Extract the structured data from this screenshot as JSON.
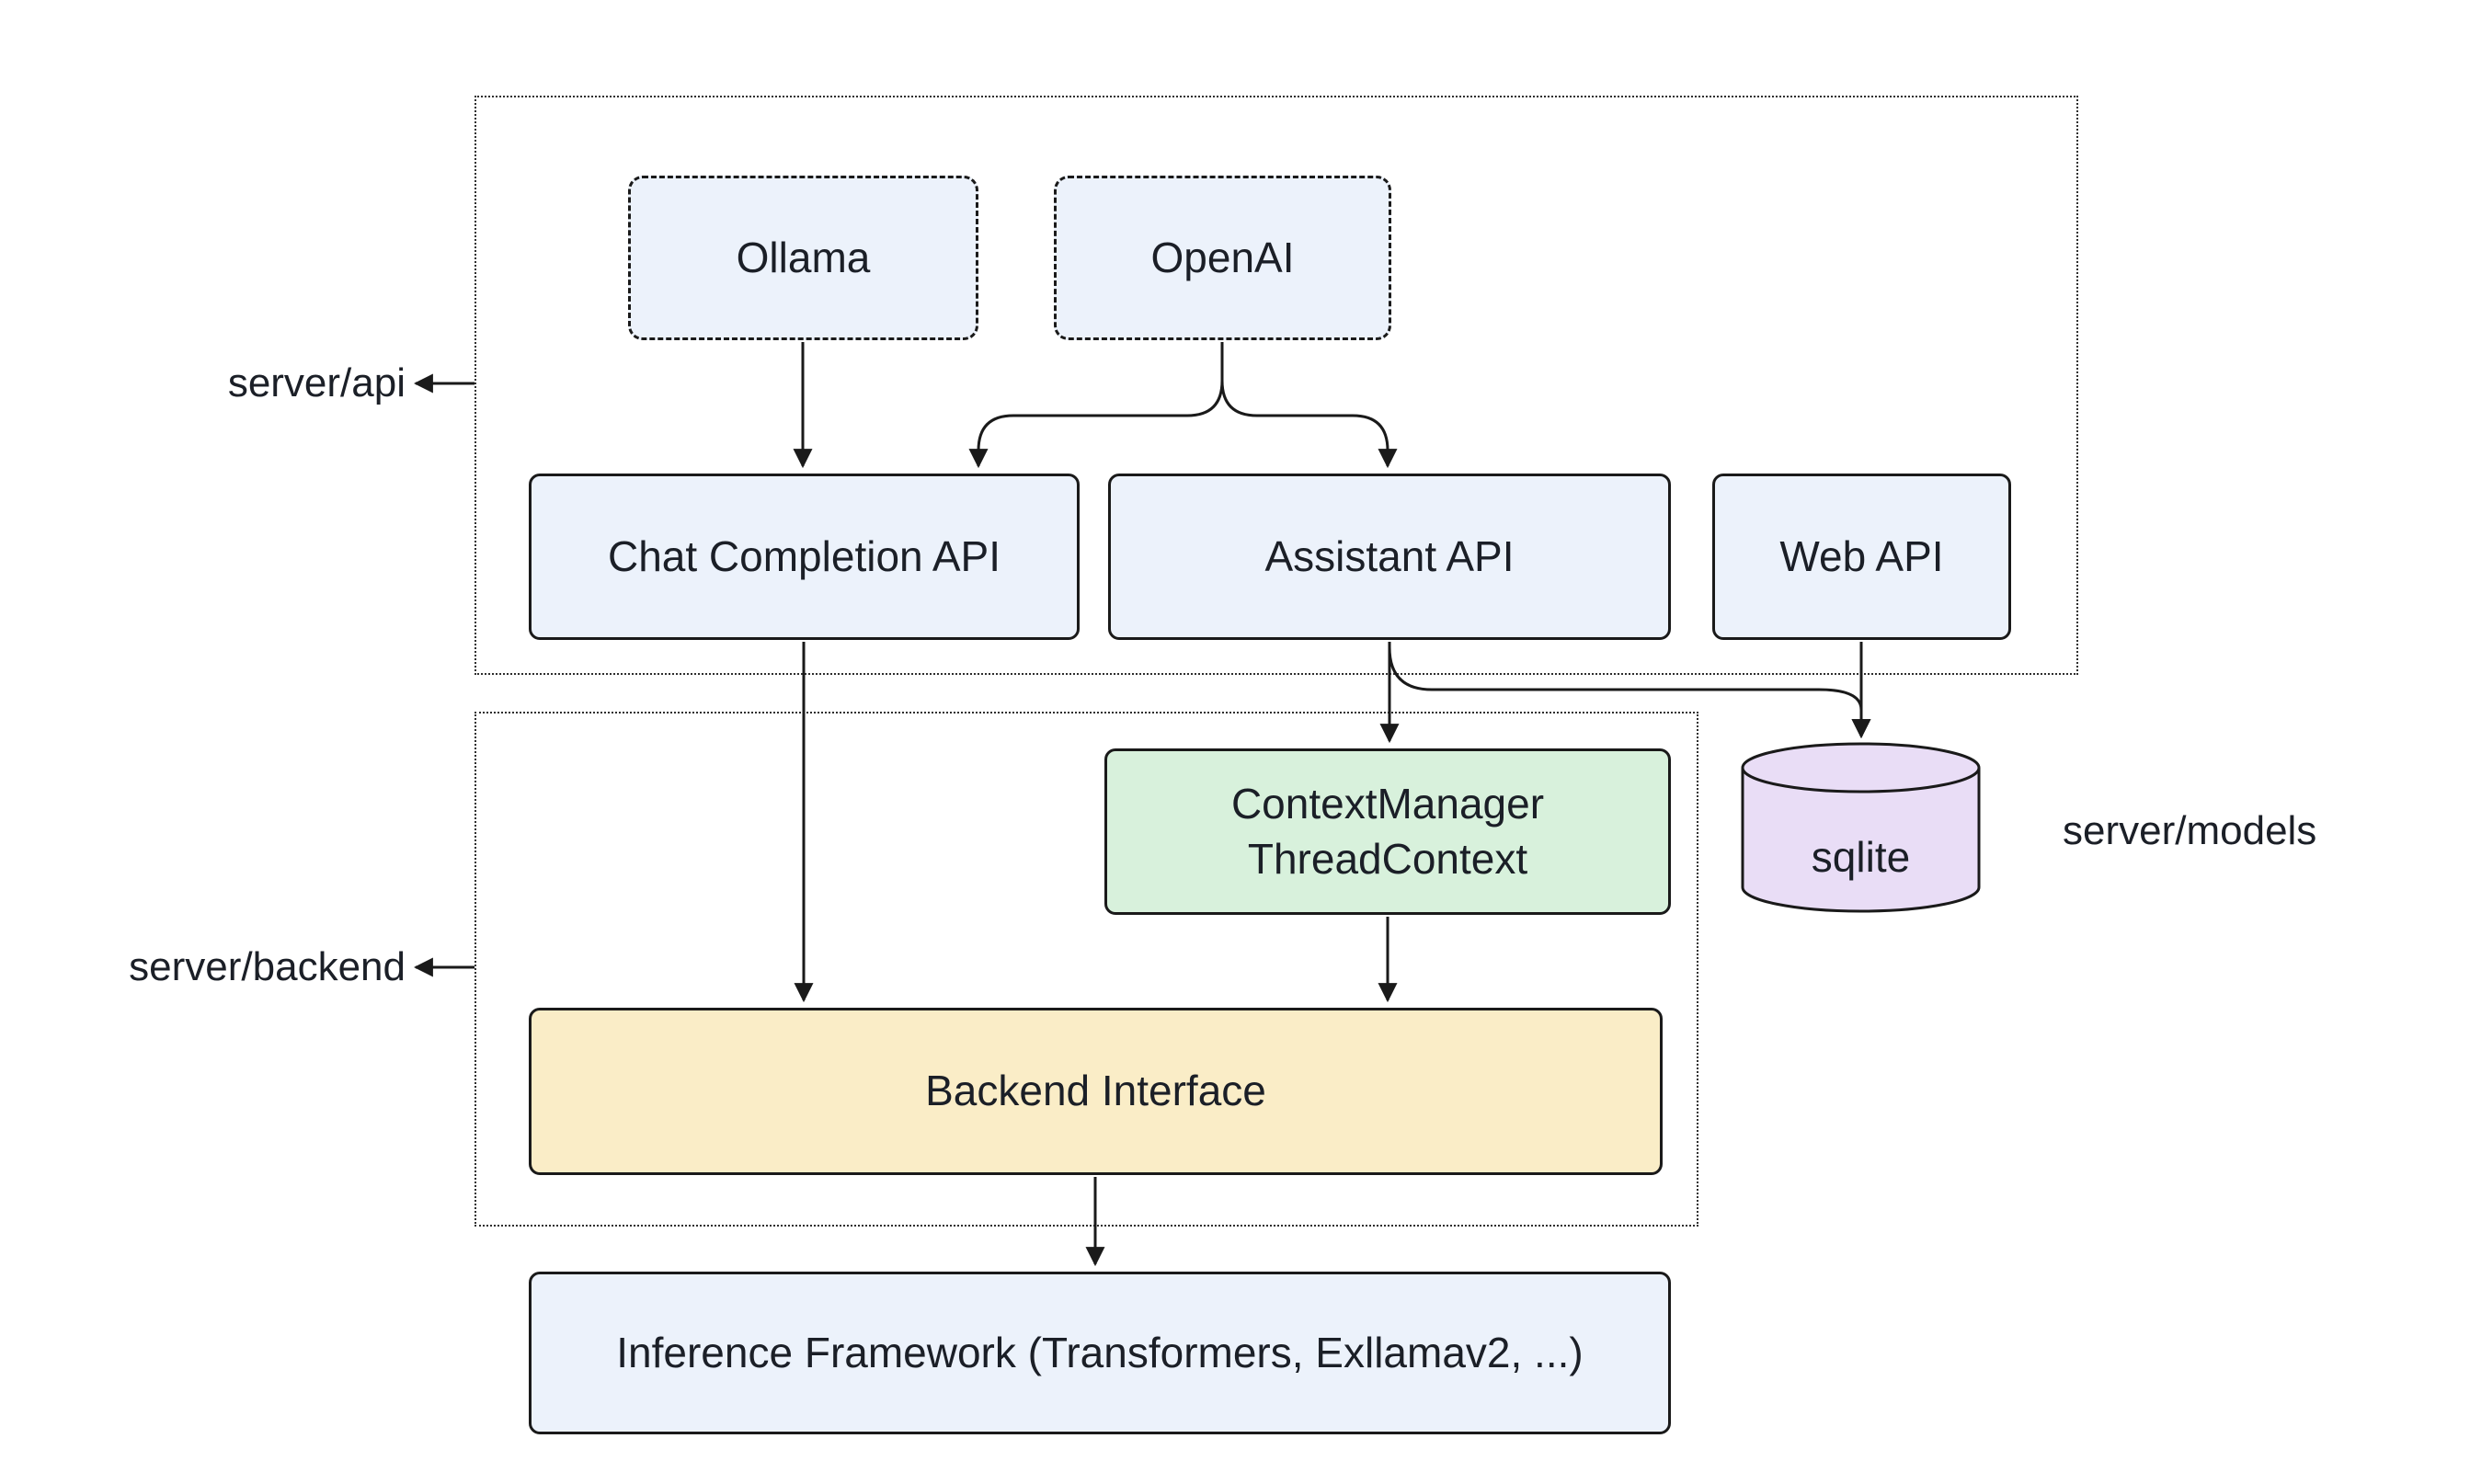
{
  "nodes": {
    "ollama": {
      "label": "Ollama"
    },
    "openai": {
      "label": "OpenAI"
    },
    "chat_completion_api": {
      "label": "Chat Completion API"
    },
    "assistant_api": {
      "label": "Assistant API"
    },
    "web_api": {
      "label": "Web API"
    },
    "context_manager": {
      "line1": "ContextManager",
      "line2": "ThreadContext"
    },
    "sqlite": {
      "label": "sqlite"
    },
    "backend_interface": {
      "label": "Backend Interface"
    },
    "inference_framework": {
      "label": "Inference Framework (Transformers, Exllamav2, ...)"
    }
  },
  "labels": {
    "server_api": "server/api",
    "server_backend": "server/backend",
    "server_models": "server/models"
  },
  "colors": {
    "node_fill": "#ECF2FB",
    "context_fill": "#D8F1DC",
    "backend_fill": "#FAEDC7",
    "sqlite_fill": "#E9DDF6",
    "stroke": "#1a1a1a"
  }
}
